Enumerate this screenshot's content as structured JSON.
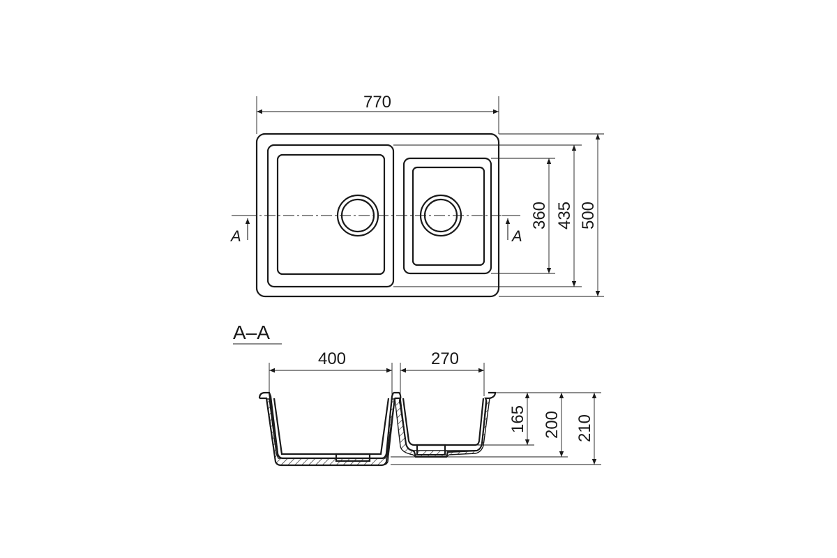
{
  "top_view": {
    "overall_width": "770",
    "inner_bowl_height": "360",
    "bowl_depth_rim": "435",
    "overall_depth": "500",
    "section_mark_left": "A",
    "section_mark_right": "A"
  },
  "section_view": {
    "title": "A–A",
    "large_bowl_width": "400",
    "small_bowl_width": "270",
    "small_bowl_depth": "165",
    "bowl_depth": "200",
    "overall_height": "210"
  }
}
